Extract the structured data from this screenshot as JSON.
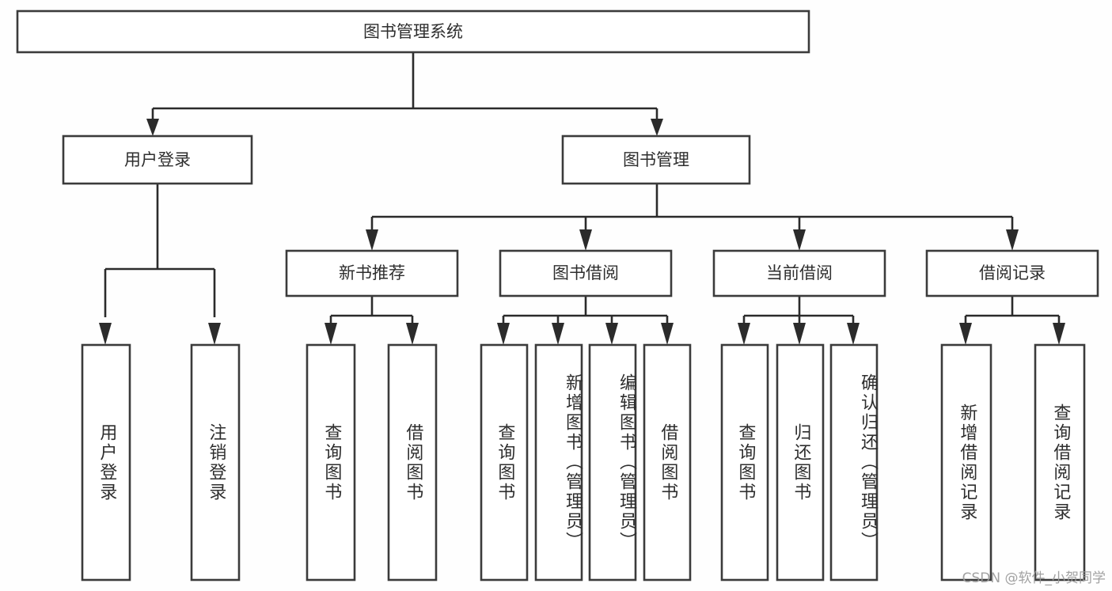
{
  "diagram": {
    "type": "tree",
    "title_box": {
      "label": "图书管理系统"
    },
    "level2": [
      {
        "id": "user-login",
        "label": "用户登录"
      },
      {
        "id": "book-manage",
        "label": "图书管理"
      }
    ],
    "level3": [
      {
        "id": "new-book-recommend",
        "label": "新书推荐",
        "parent": "book-manage"
      },
      {
        "id": "book-borrow",
        "label": "图书借阅",
        "parent": "book-manage"
      },
      {
        "id": "current-borrow",
        "label": "当前借阅",
        "parent": "book-manage"
      },
      {
        "id": "borrow-record",
        "label": "借阅记录",
        "parent": "book-manage"
      }
    ],
    "leaves": [
      {
        "id": "leaf-user-login",
        "label": "用户登录",
        "parent": "user-login"
      },
      {
        "id": "leaf-user-logout",
        "label": "注销登录",
        "parent": "user-login"
      },
      {
        "id": "leaf-query-book-1",
        "label": "查询图书",
        "parent": "new-book-recommend"
      },
      {
        "id": "leaf-borrow-book-1",
        "label": "借阅图书",
        "parent": "new-book-recommend"
      },
      {
        "id": "leaf-query-book-2",
        "label": "查询图书",
        "parent": "book-borrow"
      },
      {
        "id": "leaf-add-book",
        "label": "新增图书（管理员）",
        "parent": "book-borrow"
      },
      {
        "id": "leaf-edit-book",
        "label": "编辑图书（管理员）",
        "parent": "book-borrow"
      },
      {
        "id": "leaf-borrow-book-2",
        "label": "借阅图书",
        "parent": "book-borrow"
      },
      {
        "id": "leaf-query-book-3",
        "label": "查询图书",
        "parent": "current-borrow"
      },
      {
        "id": "leaf-return-book",
        "label": "归还图书",
        "parent": "current-borrow"
      },
      {
        "id": "leaf-confirm-return",
        "label": "确认归还（管理员）",
        "parent": "current-borrow"
      },
      {
        "id": "leaf-add-record",
        "label": "新增借阅记录",
        "parent": "borrow-record"
      },
      {
        "id": "leaf-query-record",
        "label": "查询借阅记录",
        "parent": "borrow-record"
      }
    ],
    "colors": {
      "box_stroke": "#3b3b3b",
      "connector": "#2b2b2b",
      "text": "#2e2e2e",
      "background": "#ffffff",
      "watermark": "#9a9a9a"
    }
  },
  "watermark": {
    "text": "CSDN @软件_小贺同学"
  }
}
